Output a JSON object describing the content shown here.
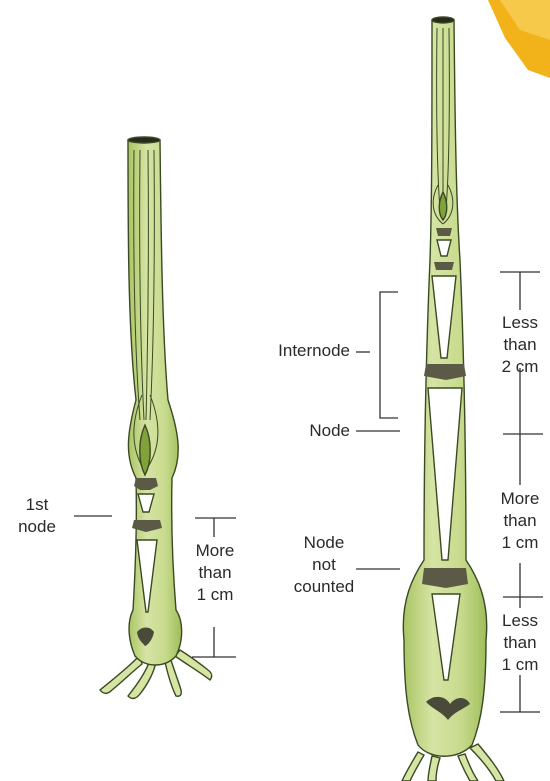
{
  "left_stem": {
    "first_node_label": "1st\nnode",
    "spacing_label": "More\nthan\n1 cm"
  },
  "right_stem": {
    "internode_label": "Internode",
    "node_label": "Node",
    "node_not_counted_label": "Node\nnot\ncounted",
    "upper_spacing_label": "Less\nthan\n2 cm",
    "middle_spacing_label": "More\nthan\n1 cm",
    "lower_spacing_label": "Less\nthan\n1 cm"
  },
  "colors": {
    "stem_fill": "#cfdf9a",
    "stem_dark": "#9fbd5a",
    "stem_outline": "#3a4a22",
    "node_tissue": "#5a5a46",
    "line": "#333333",
    "corner_accent": "#f2b21a"
  }
}
